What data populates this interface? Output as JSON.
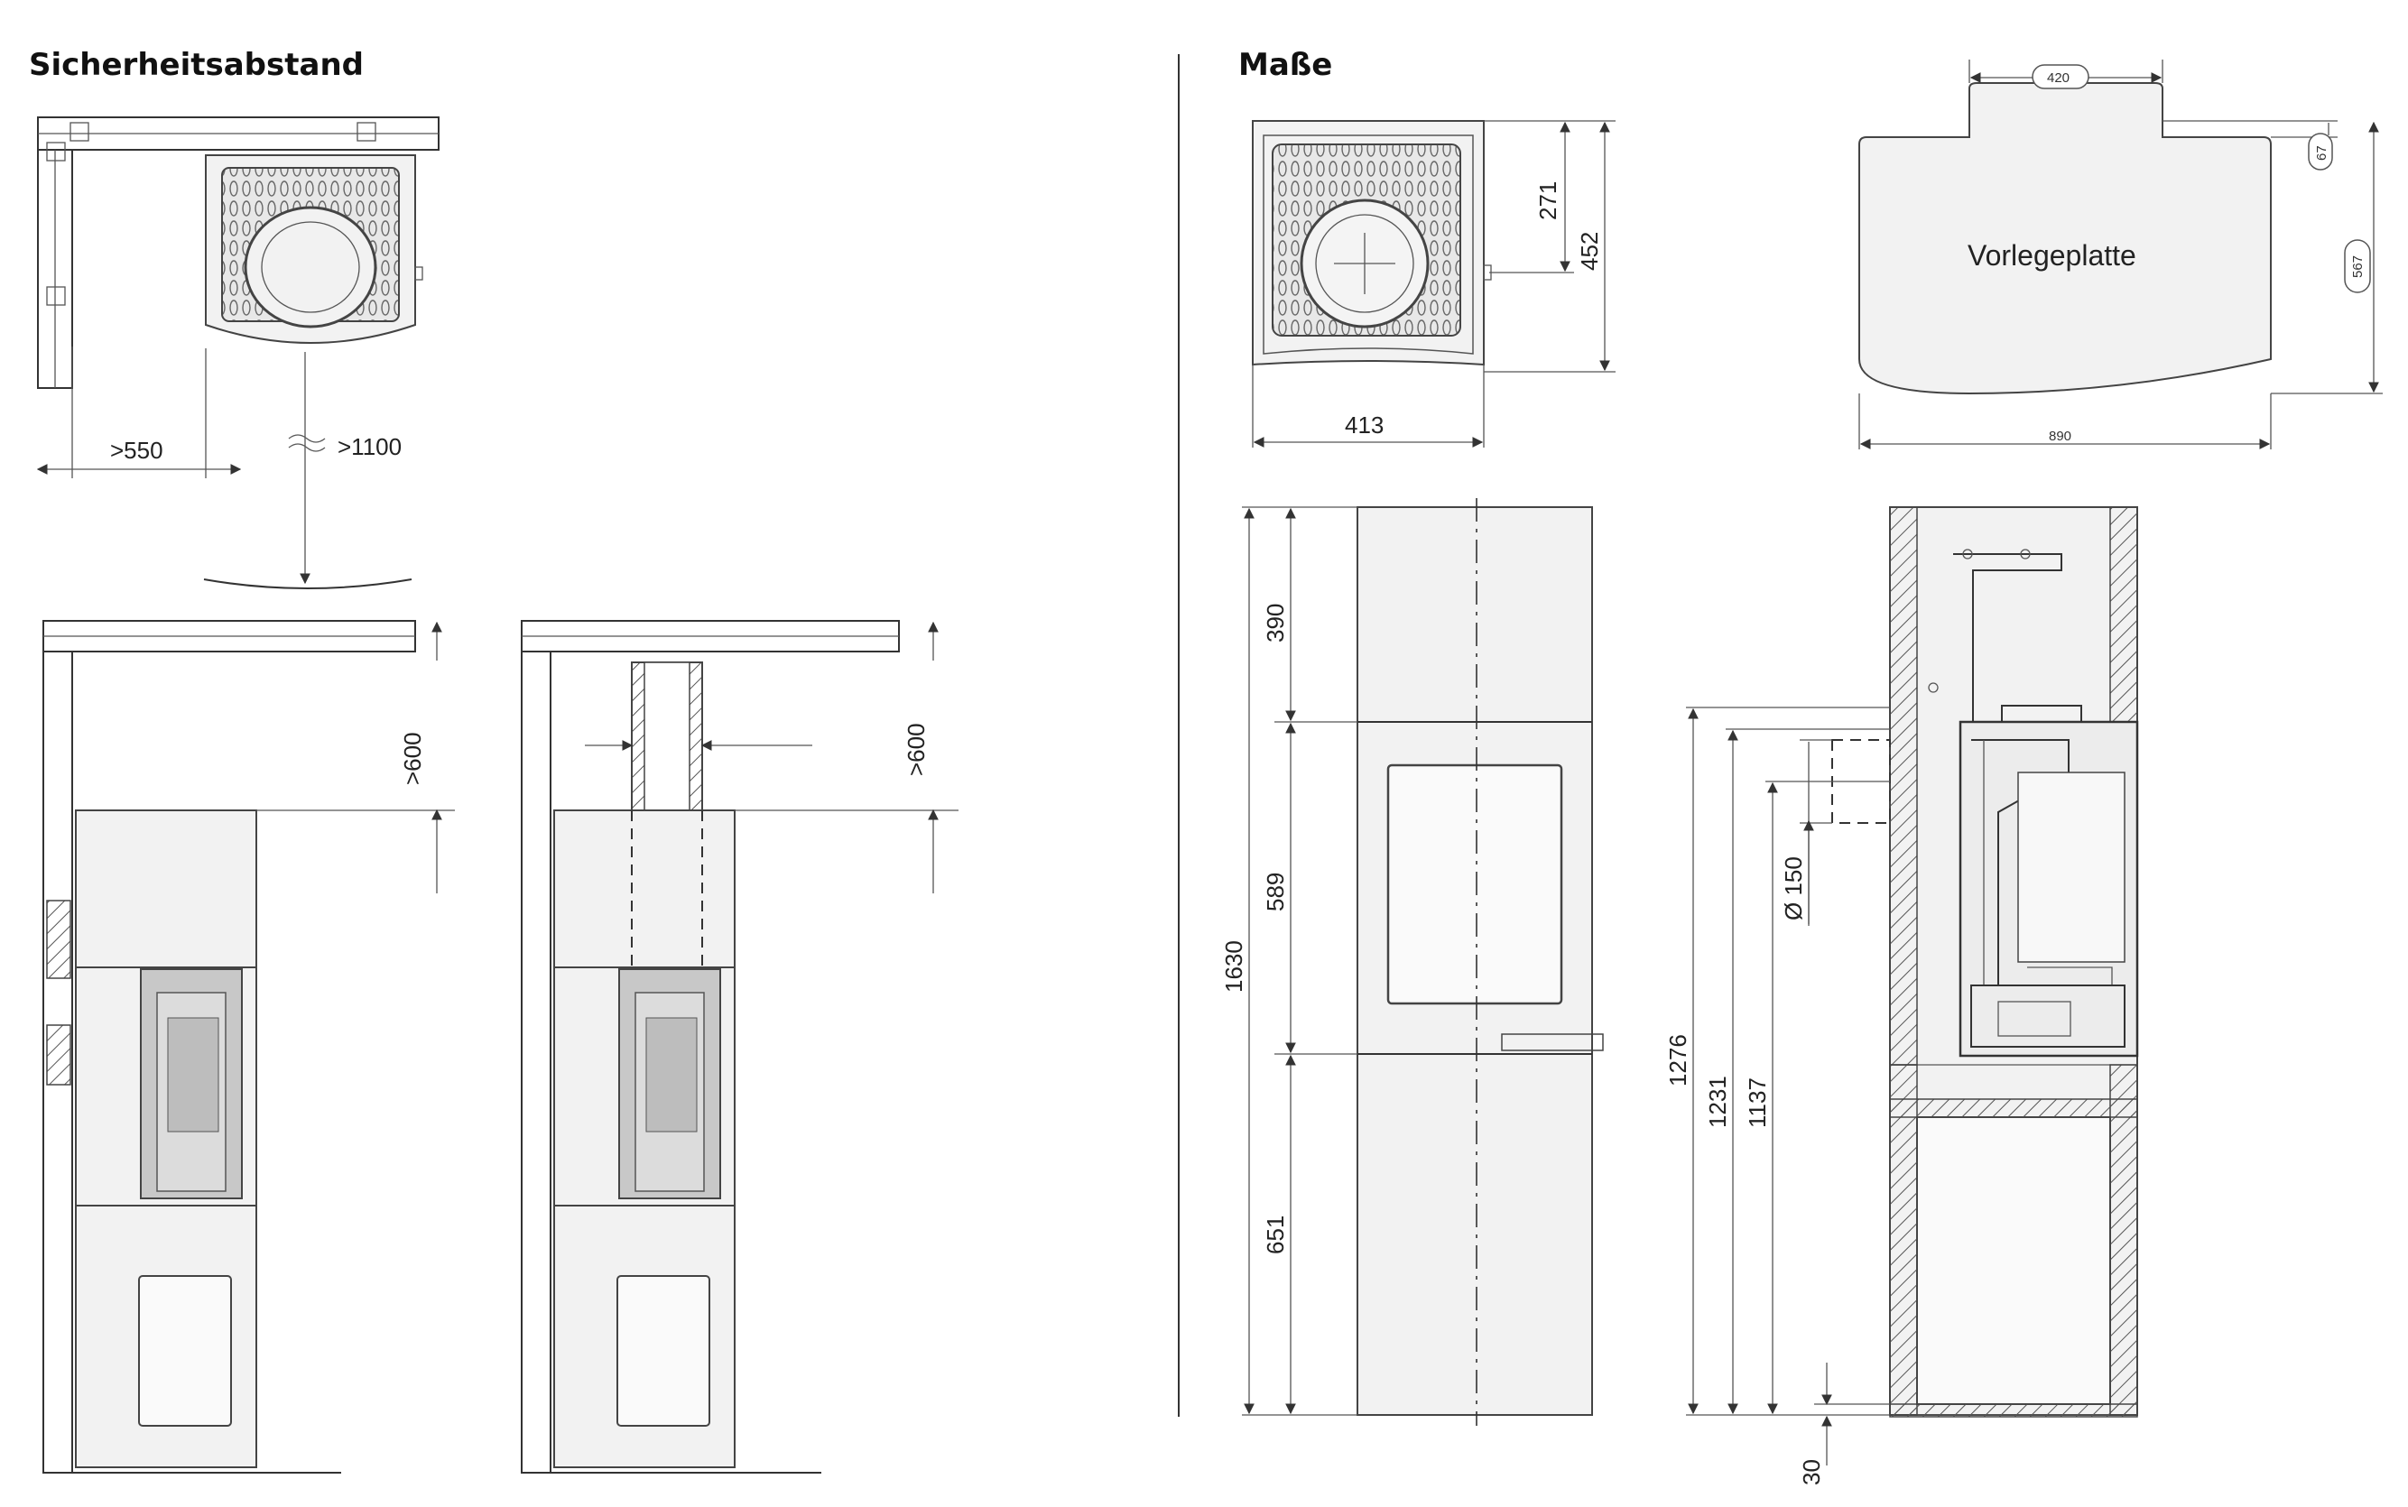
{
  "sections": {
    "safety_title": "Sicherheitsabstand",
    "dimensions_title": "Maße"
  },
  "safety": {
    "side_clearance": ">550",
    "front_clearance": ">1100",
    "top_clearance_a": ">600",
    "top_clearance_b": ">600"
  },
  "dimensions": {
    "width": "413",
    "depth": "452",
    "flue_offset": "271",
    "plate_label": "Vorlegeplatte",
    "plate_width": "890",
    "plate_depth": "567",
    "plate_top": "420",
    "plate_step": "67",
    "total_height": "1630",
    "top_section": "390",
    "middle_section": "589",
    "bottom_section": "651",
    "flue_height_1": "1276",
    "flue_height_2": "1231",
    "flue_height_3": "1137",
    "flue_diameter": "Ø 150",
    "base_height": "30"
  }
}
